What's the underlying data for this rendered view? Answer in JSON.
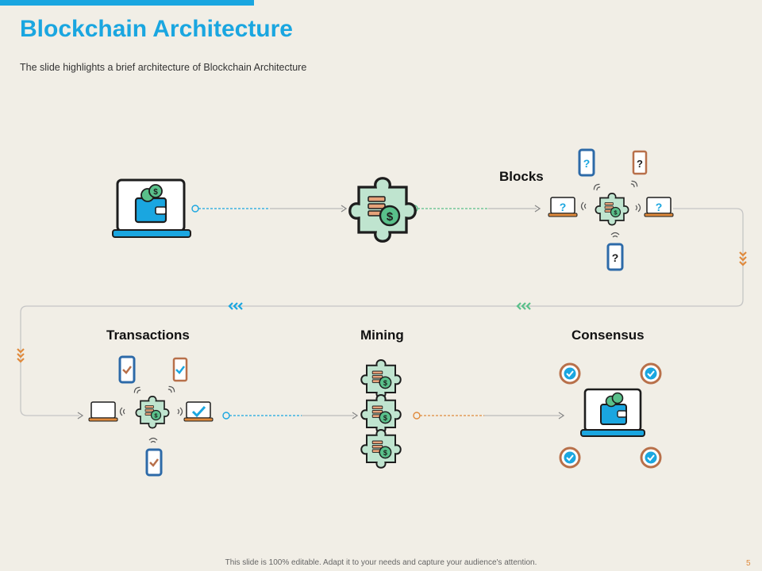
{
  "header": {
    "title": "Blockchain Architecture",
    "subtitle": "The slide highlights a brief architecture of Blockchain Architecture"
  },
  "steps": {
    "blocks": "Blocks",
    "transactions": "Transactions",
    "mining": "Mining",
    "consensus": "Consensus"
  },
  "footer": {
    "note": "This slide is 100% editable. Adapt it to your needs and capture your audience's attention.",
    "page_number": "5"
  },
  "colors": {
    "accent_blue": "#1aa6e0",
    "accent_orange": "#e08a3c",
    "accent_green": "#59c08a",
    "puzzle_fill": "#bfe4cf",
    "background": "#f1eee6"
  },
  "icons": [
    "wallet-laptop-icon",
    "coin-puzzle-icon",
    "network-devices-icon",
    "stacked-puzzle-icon",
    "verified-laptop-icon"
  ]
}
